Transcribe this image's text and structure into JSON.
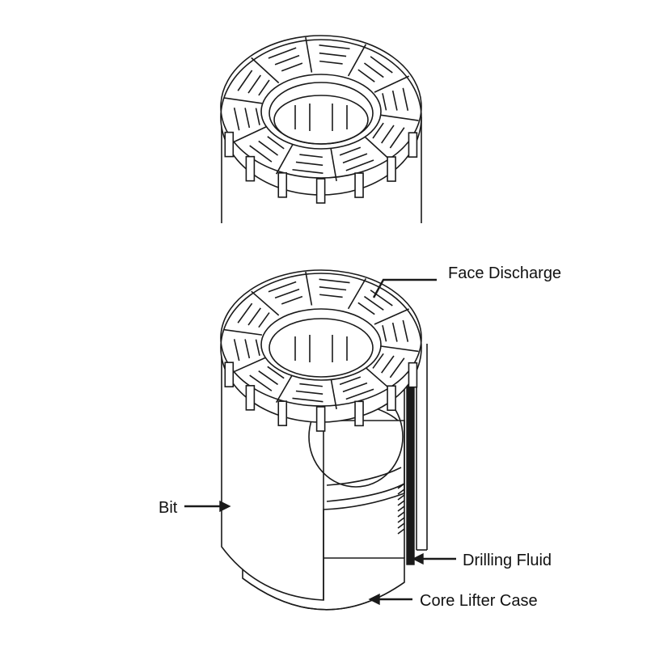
{
  "labels": {
    "face_discharge": "Face Discharge",
    "bit": "Bit",
    "drilling_fluid": "Drilling Fluid",
    "core_lifter_case": "Core Lifter Case"
  },
  "colors": {
    "ink": "#1a1a1a",
    "background": "#ffffff"
  },
  "illustrations": [
    "core-bit-face-view",
    "core-bit-cutaway-view"
  ]
}
